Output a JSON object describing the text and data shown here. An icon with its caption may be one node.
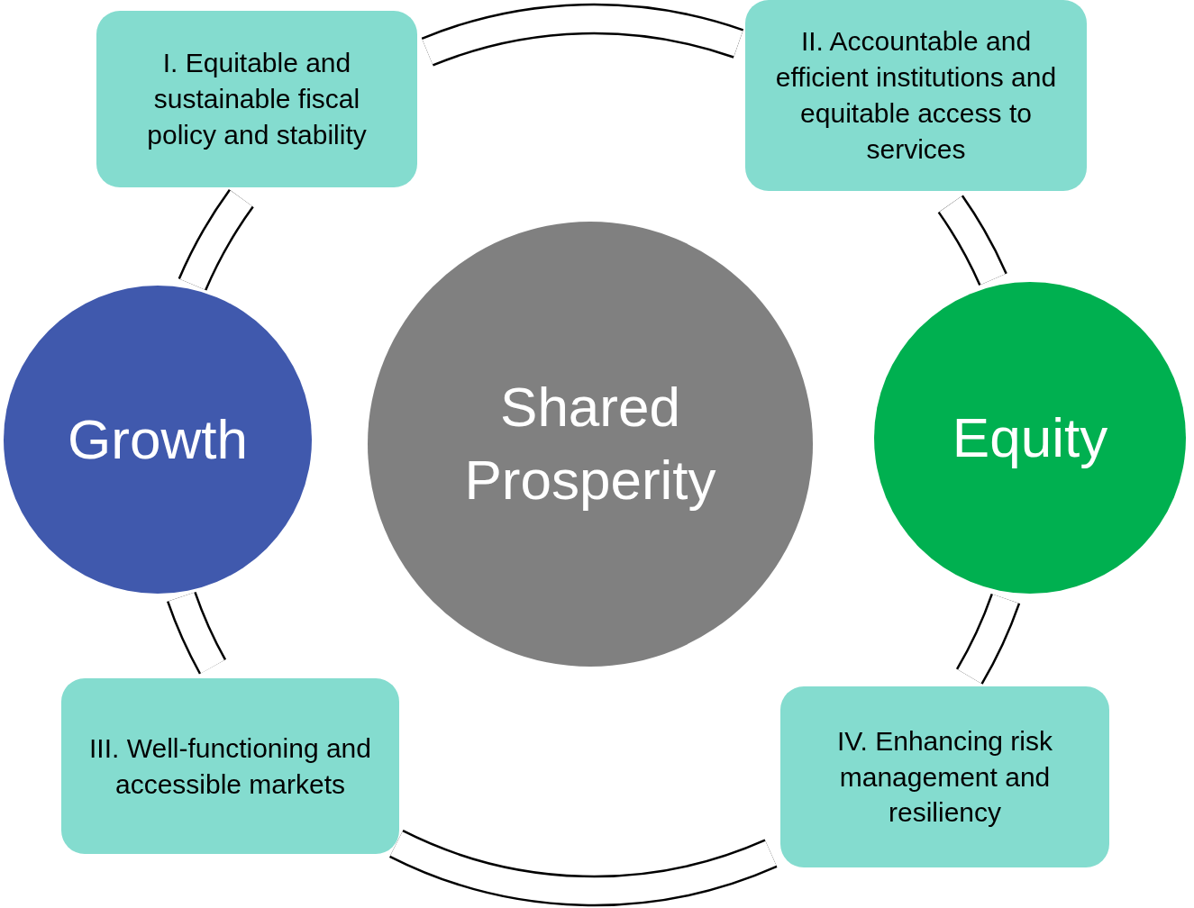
{
  "diagram": {
    "nodes": [
      {
        "text": [
          "I. Equitable and sustainable fiscal policy and stability"
        ]
      },
      {
        "text": [
          "II. Accountable and efficient institutions and equitable access to services"
        ]
      },
      {
        "text": [
          "Growth"
        ]
      },
      {
        "text": [
          "Shared Prosperity"
        ]
      },
      {
        "text": [
          "Equity"
        ]
      },
      {
        "text": [
          "III. Well-functioning and accessible markets"
        ]
      },
      {
        "text": [
          "IV. Enhancing risk management and resiliency"
        ]
      }
    ],
    "edges": [
      {
        "from": 0,
        "to": 1,
        "arrow": "none"
      },
      {
        "from": 1,
        "to": 4,
        "arrow": "none"
      },
      {
        "from": 4,
        "to": 6,
        "arrow": "none"
      },
      {
        "from": 6,
        "to": 5,
        "arrow": "none"
      },
      {
        "from": 5,
        "to": 2,
        "arrow": "none"
      },
      {
        "from": 2,
        "to": 0,
        "arrow": "none"
      }
    ]
  }
}
